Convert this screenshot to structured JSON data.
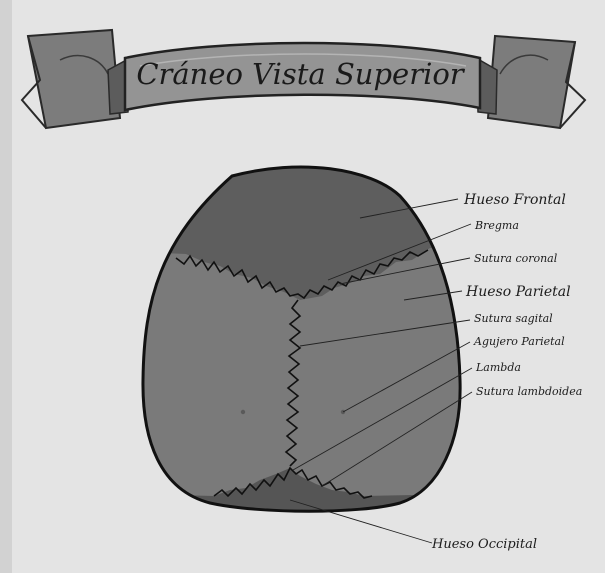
{
  "title": "Cráneo Vista Superior",
  "labels": [
    {
      "id": "hueso-frontal",
      "text": "Hueso Frontal"
    },
    {
      "id": "bregma",
      "text": "Bregma"
    },
    {
      "id": "sutura-coronal",
      "text": "Sutura coronal"
    },
    {
      "id": "hueso-parietal",
      "text": "Hueso Parietal"
    },
    {
      "id": "sutura-sagital",
      "text": "Sutura sagital"
    },
    {
      "id": "agujero-parietal",
      "text": "Agujero Parietal"
    },
    {
      "id": "lambda",
      "text": "Lambda"
    },
    {
      "id": "sutura-lambdoidea",
      "text": "Sutura lambdoidea"
    },
    {
      "id": "hueso-occipital",
      "text": "Hueso Occipital"
    }
  ],
  "colors": {
    "background": "#e4e4e4",
    "skull": "#7a7a7a",
    "frontal": "#5e5e5e",
    "occipital": "#555555",
    "outline": "#111111",
    "banner": "#8e8e8e"
  }
}
